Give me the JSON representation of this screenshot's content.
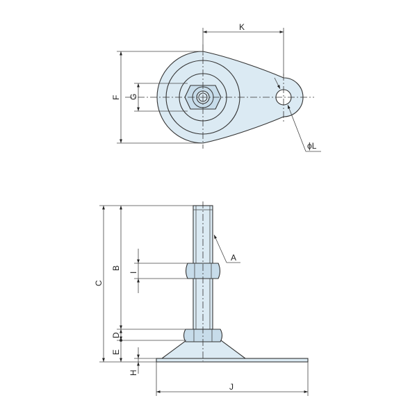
{
  "dimensions": {
    "K": "K",
    "F": "F",
    "G": "G",
    "L": "ϕL",
    "A": "A",
    "B": "B",
    "C": "C",
    "I": "I",
    "D": "D",
    "E": "E",
    "H": "H",
    "J": "J"
  }
}
